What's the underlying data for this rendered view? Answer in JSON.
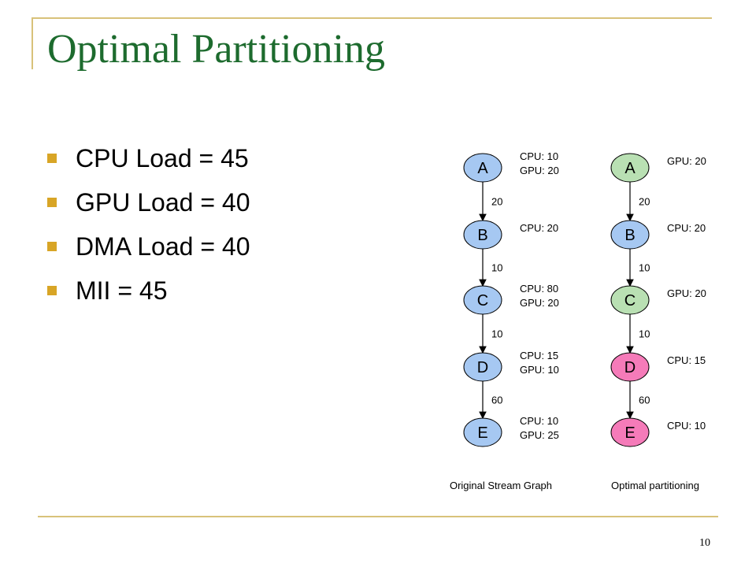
{
  "slide": {
    "title": "Optimal Partitioning",
    "page_number": "10"
  },
  "bullets": [
    "CPU Load = 45",
    "GPU Load = 40",
    "DMA Load = 40",
    "MII = 45"
  ],
  "colors": {
    "title": "#1d6b2e",
    "bullet": "#d8a526",
    "rule": "#d8c27a",
    "cpu_node": "#a6c8f2",
    "gpu_node": "#b9e0b3",
    "dma_node": "#f57bb9"
  },
  "graphs": [
    {
      "caption": "Original Stream Graph",
      "nodes": [
        {
          "id": "A",
          "labels": [
            "CPU: 10",
            "GPU: 20"
          ],
          "color": "cpu_node"
        },
        {
          "id": "B",
          "labels": [
            "CPU: 20"
          ],
          "color": "cpu_node"
        },
        {
          "id": "C",
          "labels": [
            "CPU: 80",
            "GPU: 20"
          ],
          "color": "cpu_node"
        },
        {
          "id": "D",
          "labels": [
            "CPU: 15",
            "GPU: 10"
          ],
          "color": "cpu_node"
        },
        {
          "id": "E",
          "labels": [
            "CPU: 10",
            "GPU: 25"
          ],
          "color": "cpu_node"
        }
      ],
      "edges": [
        "20",
        "10",
        "10",
        "60"
      ]
    },
    {
      "caption": "Optimal partitioning",
      "nodes": [
        {
          "id": "A",
          "labels": [
            "GPU: 20"
          ],
          "color": "gpu_node"
        },
        {
          "id": "B",
          "labels": [
            "CPU: 20"
          ],
          "color": "cpu_node"
        },
        {
          "id": "C",
          "labels": [
            "GPU: 20"
          ],
          "color": "gpu_node"
        },
        {
          "id": "D",
          "labels": [
            "CPU: 15"
          ],
          "color": "dma_node"
        },
        {
          "id": "E",
          "labels": [
            "CPU: 10"
          ],
          "color": "dma_node"
        }
      ],
      "edges": [
        "20",
        "10",
        "10",
        "60"
      ]
    }
  ]
}
